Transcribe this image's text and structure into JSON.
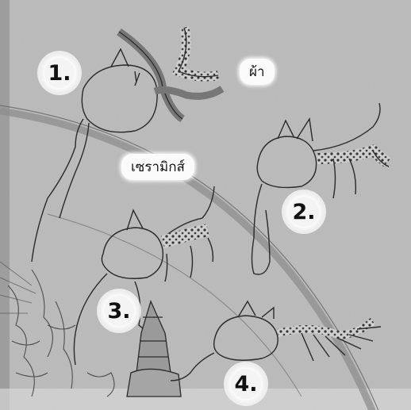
{
  "badges": {
    "one": "1.",
    "two": "2.",
    "three": "3.",
    "four": "4."
  },
  "labels": {
    "cloth": "ผ้า",
    "ceramic": "เซรามิกส์"
  },
  "colors": {
    "background": "#bdbdbd",
    "ink": "#2a2a2a",
    "label_bg": "#fbfbfb"
  }
}
